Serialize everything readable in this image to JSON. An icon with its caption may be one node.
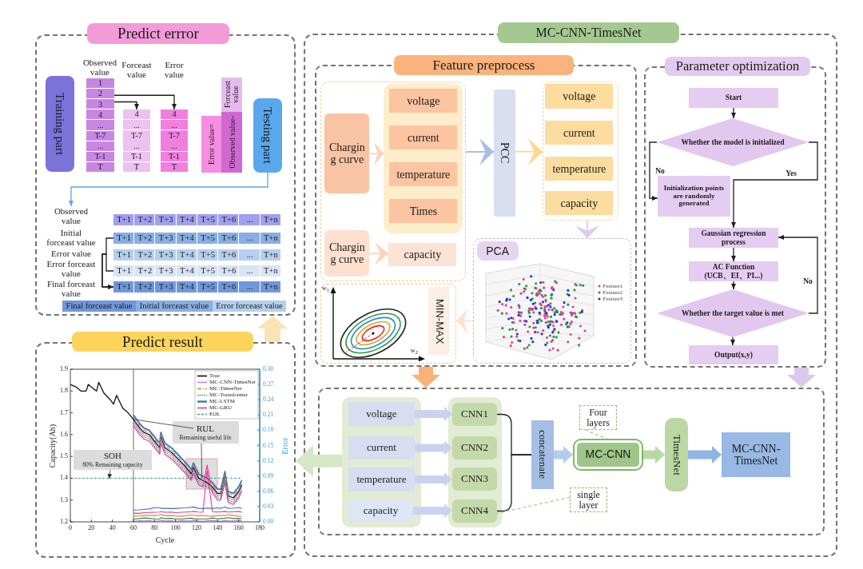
{
  "diagram": {
    "nodes": [
      {
        "text": [
          "Predict errror"
        ]
      },
      {
        "text": [
          "Training part"
        ],
        "in": 0
      },
      {
        "text": [
          "1",
          "2",
          "3",
          "4",
          "...",
          "T-7",
          "...",
          "T-1",
          "T"
        ],
        "in": 0
      },
      {
        "text": [
          "4",
          "...",
          "T-7",
          "...",
          "T-1",
          "T"
        ],
        "in": 0
      },
      {
        "text": [
          "4",
          "...",
          "T-7",
          "...",
          "T-1",
          "T"
        ],
        "in": 0
      },
      {
        "text": [
          "Error value="
        ],
        "in": 0
      },
      {
        "text": [
          "Observed value-"
        ],
        "in": 0
      },
      {
        "text": [
          "Forceast value"
        ],
        "in": 0
      },
      {
        "text": [
          "Testing part"
        ],
        "in": 0
      },
      {
        "text": [
          "Observed value"
        ],
        "in": 0
      },
      {
        "text": [
          "T+1",
          "T+2",
          "T+3",
          "T+4",
          "T+5",
          "T+6",
          "...",
          "T+n"
        ],
        "in": 0
      },
      {
        "text": [
          "Initial forceast value"
        ],
        "in": 0
      },
      {
        "text": [
          "T+1",
          "T+2",
          "T+3",
          "T+4",
          "T+5",
          "T+6",
          "...",
          "T+n"
        ],
        "in": 0
      },
      {
        "text": [
          "Error value"
        ],
        "in": 0
      },
      {
        "text": [
          "T+1",
          "T+2",
          "T+3",
          "T+4",
          "T+5",
          "T+6",
          "...",
          "T+n"
        ],
        "in": 0
      },
      {
        "text": [
          "Error forceast value"
        ],
        "in": 0
      },
      {
        "text": [
          "T+1",
          "T+2",
          "T+3",
          "T+4",
          "T+5",
          "T+6",
          "...",
          "T+n"
        ],
        "in": 0
      },
      {
        "text": [
          "Final forceast value"
        ],
        "in": 0
      },
      {
        "text": [
          "T+1",
          "T+2",
          "T+3",
          "T+4",
          "T+5",
          "T+6",
          "...",
          "T+n"
        ],
        "in": 0
      },
      {
        "text": [
          "Predict result"
        ]
      },
      {
        "text": [
          "MC-CNN-TimesNet"
        ]
      },
      {
        "text": [
          "Feature preprocess"
        ],
        "in": 20
      },
      {
        "text": [],
        "shape": "box",
        "in": 21
      },
      {
        "text": [
          "Chargin g curve"
        ],
        "in": 22
      },
      {
        "text": [],
        "shape": "box",
        "in": 22
      },
      {
        "text": [
          "voltage"
        ],
        "in": 24
      },
      {
        "text": [
          "current"
        ],
        "in": 24
      },
      {
        "text": [
          "temperature"
        ],
        "in": 24
      },
      {
        "text": [
          "Times"
        ],
        "in": 24
      },
      {
        "text": [
          "Chargin g curve"
        ],
        "in": 22
      },
      {
        "text": [
          "capacity"
        ],
        "in": 22
      },
      {
        "text": [
          "PCC"
        ],
        "in": 21
      },
      {
        "text": [],
        "shape": "box",
        "in": 21
      },
      {
        "text": [
          "voltage"
        ],
        "in": 32
      },
      {
        "text": [
          "current"
        ],
        "in": 32
      },
      {
        "text": [
          "temperature"
        ],
        "in": 32
      },
      {
        "text": [
          "capacity"
        ],
        "in": 32
      },
      {
        "text": [
          "PCA"
        ],
        "in": 21
      },
      {
        "text": [],
        "shape": "box",
        "in": 21
      },
      {
        "text": [
          "MIN-MAX"
        ],
        "in": 38
      },
      {
        "text": [
          "Parameter optimization"
        ],
        "in": 20
      },
      {
        "text": [
          "Start"
        ],
        "in": 40
      },
      {
        "text": [
          "Whether the model is initialized"
        ],
        "in": 40
      },
      {
        "text": [
          "Initialization points are randomly generated"
        ],
        "in": 40
      },
      {
        "text": [
          "Gaussian regression process"
        ],
        "in": 40
      },
      {
        "text": [
          "AC Function (UCB、EI、PI...)"
        ],
        "in": 40
      },
      {
        "text": [
          "Whether the target value is met"
        ],
        "in": 40
      },
      {
        "text": [
          "Output(x,y)"
        ],
        "in": 40
      },
      {
        "text": [],
        "shape": "box",
        "in": 20
      },
      {
        "text": [],
        "shape": "box",
        "in": 48
      },
      {
        "text": [
          "voltage"
        ],
        "in": 49
      },
      {
        "text": [
          "current"
        ],
        "in": 49
      },
      {
        "text": [
          "temperature"
        ],
        "in": 49
      },
      {
        "text": [
          "capacity"
        ],
        "in": 49
      },
      {
        "text": [],
        "shape": "box",
        "in": 48
      },
      {
        "text": [
          "CNN1"
        ],
        "in": 54
      },
      {
        "text": [
          "CNN2"
        ],
        "in": 54
      },
      {
        "text": [
          "CNN3"
        ],
        "in": 54
      },
      {
        "text": [
          "CNN4"
        ],
        "in": 54
      },
      {
        "text": [
          "Four layers"
        ],
        "in": 48
      },
      {
        "text": [
          "concatenate"
        ],
        "in": 48
      },
      {
        "text": [
          "MC-CNN"
        ],
        "in": 48
      },
      {
        "text": [
          "single layer"
        ],
        "in": 48
      },
      {
        "text": [
          "TimesNet"
        ],
        "in": 48
      },
      {
        "text": [
          "MC-CNN-TimesNet"
        ],
        "in": 48
      }
    ],
    "edges": [
      {
        "from": 2,
        "to": 3,
        "arrow": "to"
      },
      {
        "from": 2,
        "to": 4,
        "arrow": "to"
      },
      {
        "from": 8,
        "to": 9,
        "arrow": "to",
        "color": "#5aa6ec"
      },
      {
        "from": 12,
        "to": 18,
        "arrow": "to"
      },
      {
        "from": 16,
        "to": 18,
        "arrow": "to"
      },
      {
        "from": 19,
        "to": 0,
        "arrow": "to",
        "style": "thick",
        "color": "#fce3b6"
      },
      {
        "from": 23,
        "to": 24,
        "arrow": "to",
        "color": "#fcd3ba"
      },
      {
        "from": 29,
        "to": 30,
        "arrow": "to",
        "color": "#fcd3ba"
      },
      {
        "from": 22,
        "to": 31,
        "arrow": "to",
        "color": "#a8bfe2"
      },
      {
        "from": 31,
        "to": 32,
        "arrow": "to",
        "color": "#fbd88c"
      },
      {
        "from": 32,
        "to": 37,
        "arrow": "to",
        "color": "#dccbe9"
      },
      {
        "from": 37,
        "to": 38,
        "arrow": "to",
        "color": "#fde2d2"
      },
      {
        "from": 41,
        "to": 42,
        "arrow": "to"
      },
      {
        "from": 42,
        "to": 43,
        "label": "No",
        "arrow": "to"
      },
      {
        "from": 42,
        "to": 44,
        "label": "Yes",
        "arrow": "to"
      },
      {
        "from": 44,
        "to": 45,
        "arrow": "to"
      },
      {
        "from": 45,
        "to": 46,
        "arrow": "to"
      },
      {
        "from": 46,
        "to": 44,
        "label": "No",
        "arrow": "to"
      },
      {
        "from": 46,
        "to": 47,
        "arrow": "to"
      },
      {
        "from": 21,
        "to": 48,
        "arrow": "to",
        "style": "thick",
        "color": "#fbb07a"
      },
      {
        "from": 40,
        "to": 48,
        "arrow": "to",
        "style": "thick",
        "color": "#dcc8ea"
      },
      {
        "from": 49,
        "to": 19,
        "arrow": "to",
        "style": "thick",
        "color": "#d6e7c6"
      },
      {
        "from": 50,
        "to": 55,
        "arrow": "to",
        "style": "thick",
        "color": "#c9d3f1"
      },
      {
        "from": 51,
        "to": 56,
        "arrow": "to",
        "style": "thick",
        "color": "#c9d3f1"
      },
      {
        "from": 52,
        "to": 57,
        "arrow": "to",
        "style": "thick",
        "color": "#c9d3f1"
      },
      {
        "from": 53,
        "to": 58,
        "arrow": "to",
        "style": "thick",
        "color": "#c9d3f1"
      },
      {
        "from": 55,
        "to": 60,
        "arrow": "none"
      },
      {
        "from": 58,
        "to": 60,
        "arrow": "none"
      },
      {
        "from": 60,
        "to": 61,
        "arrow": "to",
        "style": "thick",
        "color": "#b4cbee"
      },
      {
        "from": 61,
        "to": 63,
        "arrow": "to",
        "style": "thick",
        "color": "#b9d9a2"
      },
      {
        "from": 63,
        "to": 64,
        "arrow": "to",
        "style": "thick",
        "color": "#8fb5e3"
      },
      {
        "from": 59,
        "to": 61,
        "arrow": "none",
        "style": "dashed",
        "color": "#9ccc80"
      },
      {
        "from": 62,
        "to": 58,
        "arrow": "none",
        "style": "dashed",
        "color": "#9ccc80"
      }
    ],
    "labels": [
      "Observed value",
      "Forceast value",
      "Error value",
      "w$_{1}$",
      "Feature1",
      "Feature2",
      "Feature3",
      "w$_{2}$",
      "Error",
      "0.30",
      "0.27",
      "0.24",
      "0.21",
      "0.18",
      "0.15",
      "0.12",
      "0.09",
      "0.06",
      "0.03",
      "0.00"
    ],
    "legend": [
      {
        "text": "Final forceast value",
        "color": "#6f97dc"
      },
      {
        "text": "Initial forceast value",
        "color": "#88afe2"
      },
      {
        "text": "Error forceast value",
        "color": "#b5cfef"
      }
    ],
    "chart_data": {
      "type": "line",
      "xlabel": "Cycle",
      "ylabel": "Capacity(Ah)",
      "legend": "upper right",
      "x": [
        0,
        5,
        10,
        15,
        17,
        22,
        25,
        27,
        32,
        38,
        41,
        44,
        50,
        55,
        60,
        66,
        70,
        75,
        80,
        85,
        86,
        90,
        96,
        100,
        106,
        110,
        115,
        117,
        122,
        126,
        130,
        135,
        140,
        143,
        147,
        150,
        155,
        160,
        163
      ],
      "series": [
        {
          "name": "True",
          "color": "#111111",
          "values": [
            1.83,
            1.82,
            1.8,
            1.8,
            1.83,
            1.81,
            1.8,
            1.84,
            1.79,
            1.76,
            1.74,
            1.78,
            1.72,
            1.7,
            1.67,
            1.63,
            1.61,
            1.6,
            1.57,
            1.54,
            1.59,
            1.54,
            1.52,
            1.5,
            1.47,
            1.45,
            1.42,
            1.45,
            1.4,
            1.39,
            1.38,
            1.36,
            1.33,
            1.33,
            1.41,
            1.32,
            1.31,
            1.34,
            1.37
          ]
        },
        {
          "name": "MC-CNN-TimesNet",
          "color": "#b57ee8",
          "values": [
            null,
            null,
            null,
            null,
            null,
            null,
            null,
            null,
            null,
            null,
            null,
            null,
            null,
            null,
            1.66,
            1.62,
            1.6,
            1.59,
            1.56,
            1.53,
            1.58,
            1.53,
            1.51,
            1.49,
            1.46,
            1.44,
            1.41,
            1.44,
            1.39,
            1.38,
            1.37,
            1.35,
            1.32,
            1.32,
            1.4,
            1.31,
            1.3,
            1.33,
            1.36
          ]
        },
        {
          "name": "MC-TimesNet",
          "color": "#f07b2a",
          "line_style": "dashdot",
          "values": [
            null,
            null,
            null,
            null,
            null,
            null,
            null,
            null,
            null,
            null,
            null,
            null,
            null,
            null,
            1.68,
            1.64,
            1.62,
            1.61,
            1.58,
            1.55,
            1.6,
            1.55,
            1.53,
            1.51,
            1.48,
            1.46,
            1.43,
            1.46,
            1.41,
            1.4,
            1.39,
            1.37,
            1.34,
            1.34,
            1.42,
            1.33,
            1.32,
            1.35,
            1.38
          ]
        },
        {
          "name": "MC-Transformer",
          "color": "#2b8a3c",
          "line_style": "dotted",
          "values": [
            null,
            null,
            null,
            null,
            null,
            null,
            null,
            null,
            null,
            null,
            null,
            null,
            null,
            null,
            1.65,
            1.61,
            1.59,
            1.58,
            1.55,
            1.52,
            1.57,
            1.52,
            1.5,
            1.48,
            1.45,
            1.43,
            1.4,
            1.43,
            1.38,
            1.37,
            1.36,
            1.34,
            1.31,
            1.31,
            1.39,
            1.3,
            1.29,
            1.32,
            1.35
          ]
        },
        {
          "name": "MC-LSTM",
          "color": "#2f76c2",
          "values": [
            null,
            null,
            null,
            null,
            null,
            null,
            null,
            null,
            null,
            null,
            null,
            null,
            null,
            null,
            1.69,
            1.65,
            1.63,
            1.62,
            1.59,
            1.56,
            1.61,
            1.56,
            1.54,
            1.52,
            1.49,
            1.47,
            1.44,
            1.47,
            1.42,
            1.41,
            1.4,
            1.38,
            1.35,
            1.35,
            1.43,
            1.34,
            1.33,
            1.36,
            1.39
          ]
        },
        {
          "name": "MC-GRU",
          "color": "#f0378d",
          "values": [
            null,
            null,
            null,
            null,
            null,
            null,
            null,
            null,
            null,
            null,
            null,
            null,
            null,
            null,
            1.64,
            1.6,
            1.58,
            1.57,
            1.54,
            1.51,
            1.56,
            1.51,
            1.49,
            1.47,
            1.44,
            1.42,
            1.39,
            1.42,
            1.37,
            1.36,
            1.46,
            1.33,
            1.3,
            1.3,
            1.38,
            1.29,
            1.28,
            1.31,
            1.34
          ]
        },
        {
          "name": "EOL",
          "color": "#3d9c8c",
          "line_style": "dashed",
          "values": [
            1.4,
            1.4,
            1.4,
            1.4,
            1.4,
            1.4,
            1.4,
            1.4,
            1.4,
            1.4,
            1.4,
            1.4,
            1.4,
            1.4,
            1.4,
            1.4,
            1.4,
            1.4,
            1.4,
            1.4,
            1.4,
            1.4,
            1.4,
            1.4,
            1.4,
            1.4,
            1.4,
            1.4,
            1.4,
            1.4,
            1.4,
            1.4,
            1.4,
            1.4,
            1.4,
            1.4,
            1.4,
            1.4,
            1.4
          ]
        },
        {
          "color": "#b57ee8",
          "values": [
            null,
            null,
            null,
            null,
            null,
            null,
            null,
            null,
            null,
            null,
            null,
            null,
            null,
            null,
            1.203,
            1.205,
            1.204,
            1.206,
            1.203,
            1.205,
            1.207,
            1.204,
            1.205,
            1.203,
            1.206,
            1.204,
            1.205,
            1.207,
            1.204,
            1.203,
            1.205,
            1.206,
            1.204,
            1.203,
            1.207,
            1.205,
            1.204,
            1.206,
            1.205
          ]
        },
        {
          "color": "#f07b2a",
          "values": [
            null,
            null,
            null,
            null,
            null,
            null,
            null,
            null,
            null,
            null,
            null,
            null,
            null,
            null,
            1.226,
            1.227,
            1.229,
            1.23,
            1.229,
            1.231,
            1.233,
            1.228,
            1.229,
            1.227,
            1.226,
            1.228,
            1.231,
            1.23,
            1.228,
            1.229,
            1.227,
            1.226,
            1.229,
            1.23,
            1.228,
            1.233,
            1.229,
            1.226,
            1.225
          ]
        },
        {
          "color": "#2b8a3c",
          "values": [
            null,
            null,
            null,
            null,
            null,
            null,
            null,
            null,
            null,
            null,
            null,
            null,
            null,
            null,
            1.213,
            1.215,
            1.218,
            1.216,
            1.214,
            1.213,
            1.219,
            1.215,
            1.216,
            1.213,
            1.213,
            1.215,
            1.217,
            1.215,
            1.213,
            1.214,
            1.213,
            1.218,
            1.214,
            1.215,
            1.217,
            1.219,
            1.215,
            1.216,
            1.214
          ]
        },
        {
          "color": "#2f76c2",
          "values": [
            null,
            null,
            null,
            null,
            null,
            null,
            null,
            null,
            null,
            null,
            null,
            null,
            null,
            null,
            1.254,
            1.255,
            1.258,
            1.259,
            1.265,
            1.265,
            1.262,
            1.262,
            1.261,
            1.262,
            1.263,
            1.264,
            1.267,
            1.268,
            1.262,
            1.261,
            1.263,
            1.262,
            1.264,
            1.262,
            1.268,
            1.262,
            1.263,
            1.265,
            1.262
          ]
        },
        {
          "color": "#f0378d",
          "values": [
            null,
            null,
            null,
            null,
            null,
            null,
            null,
            null,
            null,
            null,
            null,
            null,
            null,
            null,
            1.24,
            1.239,
            1.242,
            1.243,
            1.244,
            1.245,
            1.247,
            1.244,
            1.245,
            1.242,
            1.244,
            1.245,
            1.247,
            1.248,
            1.245,
            1.244,
            1.433,
            1.247,
            1.245,
            1.247,
            1.248,
            1.245,
            1.247,
            1.248,
            1.244
          ]
        }
      ],
      "xlim": [
        0,
        180
      ],
      "ylim": [
        1.2,
        1.9
      ],
      "xticks": [
        0,
        20,
        40,
        60,
        80,
        100,
        120,
        140,
        160,
        180
      ],
      "yticks": [
        1.2,
        1.3,
        1.4,
        1.5,
        1.6,
        1.7,
        1.8,
        1.9
      ],
      "annotations": [
        {
          "text": "RUL",
          "x": 60,
          "y": 1.67
        },
        {
          "text": "Remaining useful life",
          "x": 125,
          "y": 1.4
        },
        {
          "text": "SOH",
          "x": 37,
          "y": 1.4
        },
        {
          "text": "80% Remaining capacity"
        }
      ]
    }
  }
}
